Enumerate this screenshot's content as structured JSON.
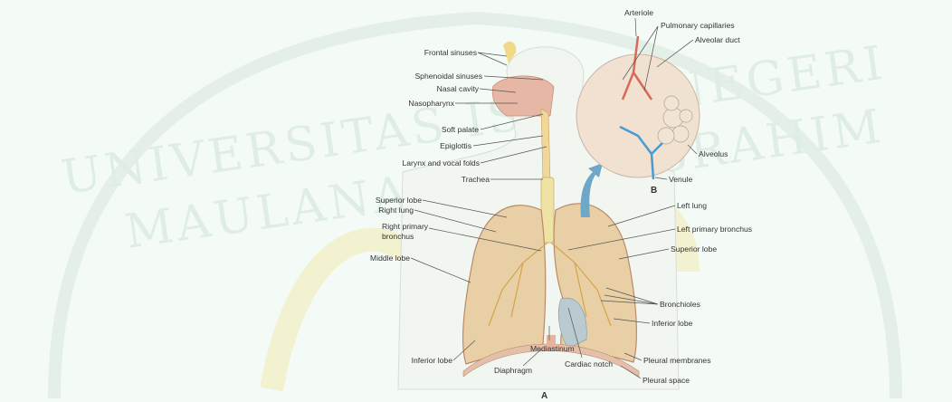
{
  "watermark": {
    "line1": "UNIVERSITAS ISLAM NEGERI",
    "line2": "MAULANA MALIK IBRAHIM"
  },
  "labels": {
    "frontal_sinuses": "Frontal sinuses",
    "sphenoidal_sinuses": "Sphenoidal sinuses",
    "nasal_cavity": "Nasal cavity",
    "nasopharynx": "Nasopharynx",
    "soft_palate": "Soft palate",
    "epiglottis": "Epiglottis",
    "larynx": "Larynx and vocal folds",
    "trachea": "Trachea",
    "superior_lobe_right": "Superior lobe",
    "right_lung": "Right lung",
    "right_primary_bronchus_1": "Right primary",
    "right_primary_bronchus_2": "bronchus",
    "middle_lobe": "Middle lobe",
    "inferior_lobe_right": "Inferior lobe",
    "diaphragm": "Diaphragm",
    "mediastinum": "Mediastinum",
    "cardiac_notch": "Cardiac notch",
    "left_lung": "Left lung",
    "left_primary_bronchus": "Left primary bronchus",
    "superior_lobe_left": "Superior lobe",
    "bronchioles": "Bronchioles",
    "inferior_lobe_left": "Inferior lobe",
    "pleural_membranes": "Pleural membranes",
    "pleural_space": "Pleural space",
    "arteriole": "Arteriole",
    "pulmonary_capillaries": "Pulmonary capillaries",
    "alveolar_duct": "Alveolar duct",
    "alveolus": "Alveolus",
    "venule": "Venule"
  },
  "panels": {
    "a": "A",
    "b": "B"
  }
}
